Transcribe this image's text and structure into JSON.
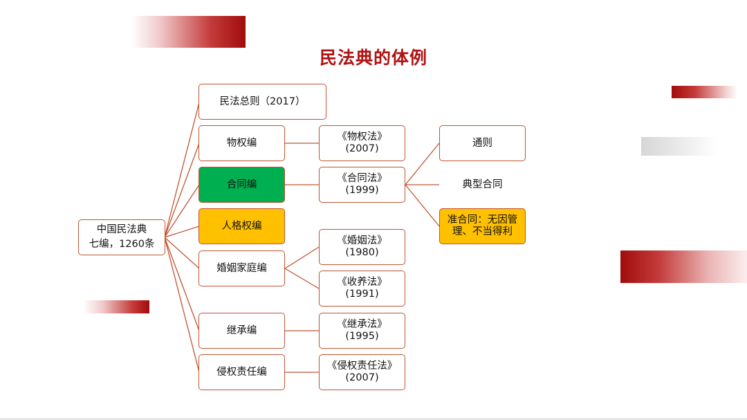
{
  "title": "民法典的体例",
  "root": {
    "line1": "中国民法典",
    "line2": "七编，1260条"
  },
  "books": [
    {
      "label": "民法总则（2017）"
    },
    {
      "label": "物权编"
    },
    {
      "label": "合同编"
    },
    {
      "label": "人格权编"
    },
    {
      "label": "婚姻家庭编"
    },
    {
      "label": "继承编"
    },
    {
      "label": "侵权责任编"
    }
  ],
  "laws": [
    {
      "name": "《物权法》",
      "year": "(2007)"
    },
    {
      "name": "《合同法》",
      "year": "(1999)"
    },
    {
      "name": "《婚姻法》",
      "year": "(1980)"
    },
    {
      "name": "《收养法》",
      "year": "(1991)"
    },
    {
      "name": "《继承法》",
      "year": "(1995)"
    },
    {
      "name": "《侵权责任法》",
      "year": "(2007)"
    }
  ],
  "contract_parts": [
    {
      "label": "通则"
    },
    {
      "label": "典型合同"
    },
    {
      "line1": "准合同：无因管",
      "line2": "理、不当得利"
    }
  ],
  "colors": {
    "title": "#b01111",
    "border": "#c0532f",
    "highlight_green": "#00b050",
    "highlight_yellow": "#ffc000"
  }
}
